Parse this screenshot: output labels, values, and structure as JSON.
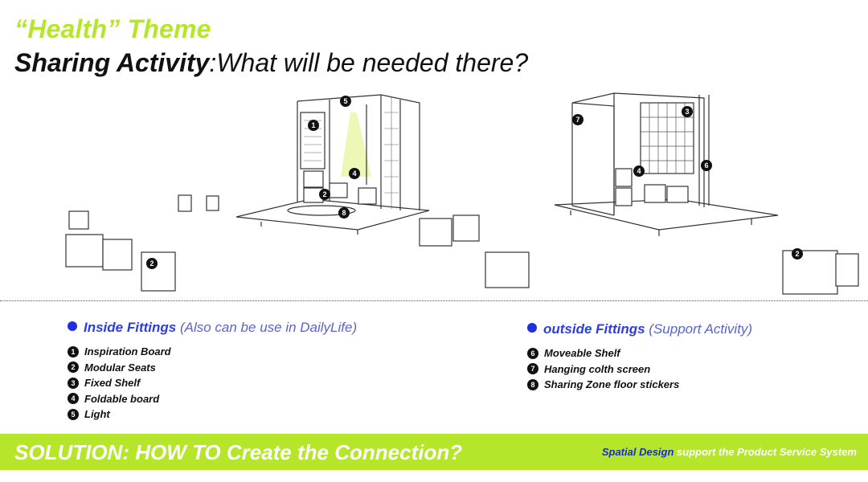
{
  "header": {
    "title": "“Health” Theme",
    "subtitle_bold": "Sharing Activity",
    "subtitle_rest": ":What will be needed there?"
  },
  "inside": {
    "heading": "Inside Fittings",
    "note": "(Also can be use in DailyLife)",
    "items": [
      {
        "num": "1",
        "label": "Inspiration Board"
      },
      {
        "num": "2",
        "label": "Modular Seats"
      },
      {
        "num": "3",
        "label": "Fixed Shelf"
      },
      {
        "num": "4",
        "label": "Foldable board"
      },
      {
        "num": "5",
        "label": "Light"
      }
    ]
  },
  "outside": {
    "heading": "outside Fittings",
    "note": "(Support Activity)",
    "items": [
      {
        "num": "6",
        "label": "Moveable Shelf"
      },
      {
        "num": "7",
        "label": "Hanging colth screen"
      },
      {
        "num": "8",
        "label": "Sharing Zone floor stickers"
      }
    ]
  },
  "footer": {
    "solution": "SOLUTION: HOW TO Create the Connection?",
    "right_highlight": "Spatial Design",
    "right_rest": " support the Product Service System"
  },
  "markers": [
    "1",
    "2",
    "3",
    "4",
    "5",
    "6",
    "7",
    "8"
  ],
  "colors": {
    "accent_green": "#b5e62a",
    "accent_blue": "#1f2fe0"
  }
}
